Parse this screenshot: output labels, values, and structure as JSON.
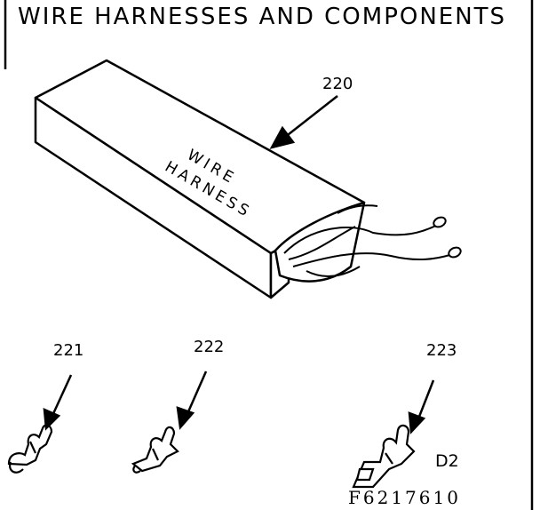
{
  "header": {
    "title": "WIRE HARNESSES AND COMPONENTS"
  },
  "package": {
    "label_line1": "WIRE",
    "label_line2": "HARNESS"
  },
  "parts": [
    {
      "number": "220"
    },
    {
      "number": "221"
    },
    {
      "number": "222"
    },
    {
      "number": "223"
    }
  ],
  "footer": {
    "diagram_code": "D2",
    "figure_number": "F6217610"
  }
}
